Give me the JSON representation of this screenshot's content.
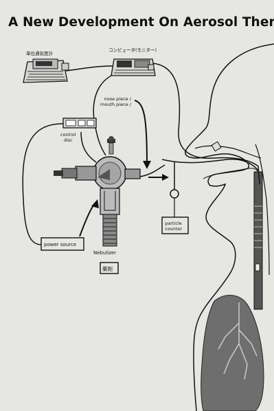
{
  "title": "A New Development On Aerosol Therapy",
  "labels": {
    "flow_meter": "単位通気度計",
    "computer_monitor": "コンピュータ(モニター)",
    "nose_piece": "nose piece /",
    "mouth piece": "mouth piece /",
    "control_disc_1": "control",
    "control_disc_2": "disc",
    "power_source": "power source",
    "particle_counter_1": "particle",
    "particle_counter_2": "counter",
    "nebulizer": "Nebulizer",
    "drug": "薬剤"
  },
  "colors": {
    "background": "#e6e6e3",
    "ink": "#111111",
    "lung": "#6e6e6e",
    "trachea": "#555555"
  }
}
